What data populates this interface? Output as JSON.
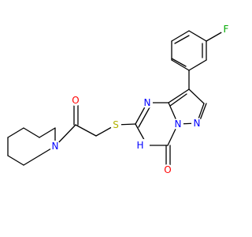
{
  "molecule": {
    "atoms": {
      "O1": {
        "text": "O",
        "color": "#ff0000"
      },
      "N1": {
        "text": "N",
        "color": "#0000ff"
      },
      "S1": {
        "text": "S",
        "color": "#b2b200"
      },
      "N2": {
        "text": "N",
        "color": "#0000ff"
      },
      "N3": {
        "text": "N",
        "color": "#0000ff"
      },
      "N4": {
        "text": "N",
        "color": "#0000ff"
      },
      "NH": {
        "text": "H",
        "color": "#0000ff"
      },
      "O2": {
        "text": "O",
        "color": "#ff0000"
      },
      "F1": {
        "text": "F",
        "color": "#00aa00"
      }
    }
  }
}
